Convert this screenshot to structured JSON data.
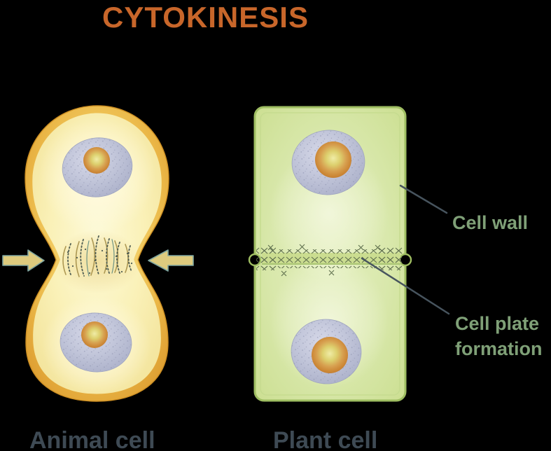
{
  "title": {
    "text": "CYTOKINESIS"
  },
  "panels": {
    "animal": {
      "caption": "Animal cell"
    },
    "plant": {
      "caption": "Plant cell",
      "annotations": {
        "cell_wall": "Cell wall",
        "cell_plate_line1": "Cell plate",
        "cell_plate_line2": "formation"
      }
    }
  },
  "colors": {
    "background": "#000000",
    "title": "#C8662A",
    "caption": "#3E4A54",
    "annotation": "#7FA077",
    "pointer_line": "#47545E",
    "animal_membrane_gold": "#EDBC4E",
    "animal_cytoplasm": "#FAF2BE",
    "arrow_fill": "#DECB7E",
    "arrow_outline": "#7EA59F",
    "plant_cytoplasm": "#D8E8A9",
    "plant_wall": "#9FBE62",
    "nucleus": "#BFC3D8",
    "nucleolus": "#D79C4C",
    "cell_plate_hatch": "#5F6F4E"
  }
}
